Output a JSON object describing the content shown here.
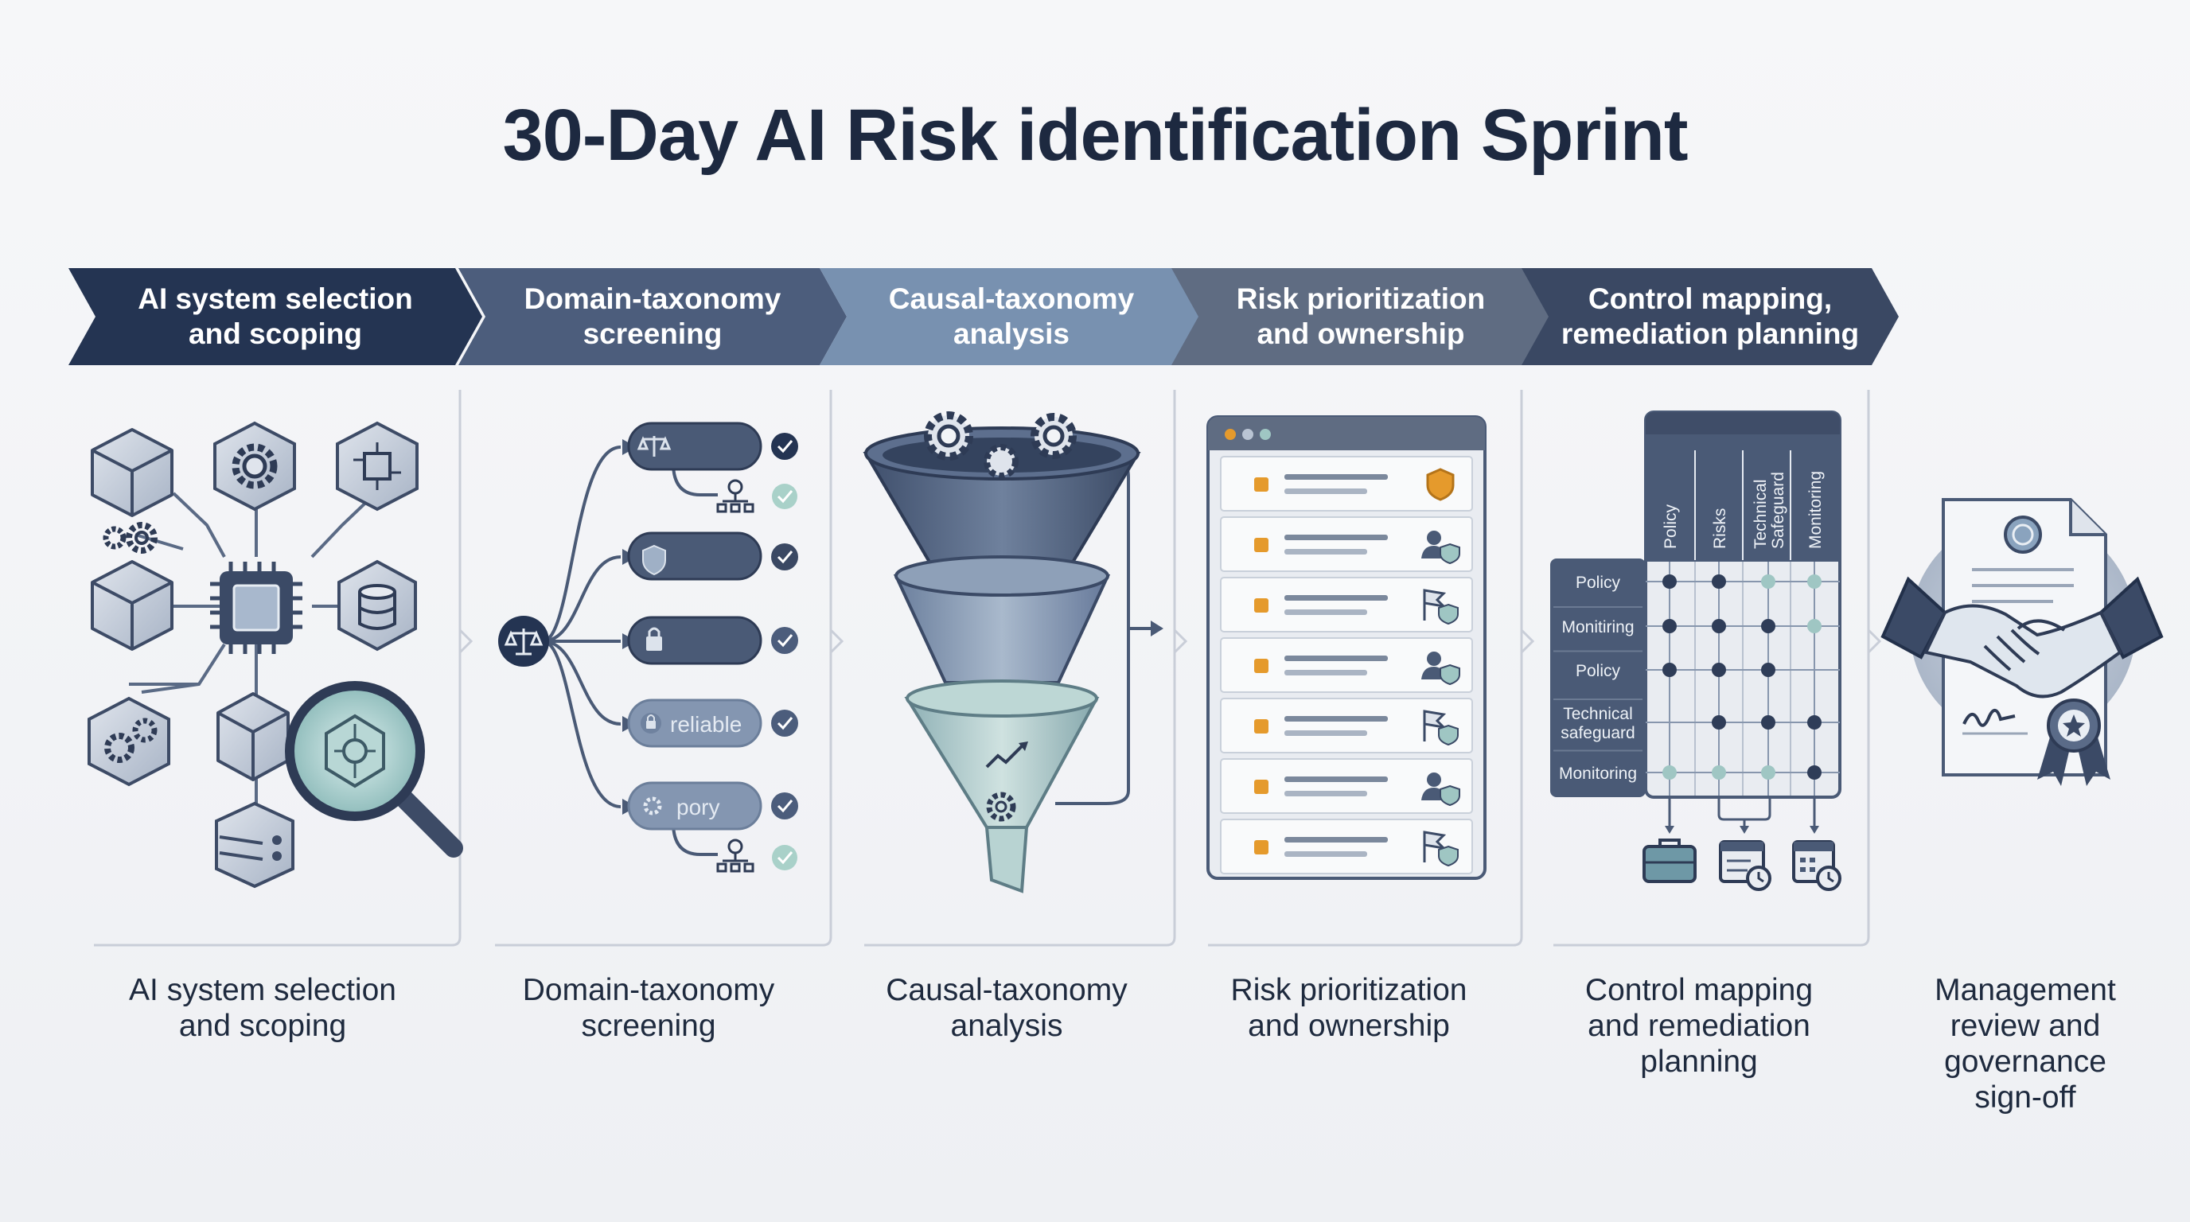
{
  "title": "30-Day AI Risk identification Sprint",
  "colors": {
    "navy": "#243452",
    "slate": "#4c5d7c",
    "steel": "#7891b0",
    "gray_slate": "#5f6c82",
    "dark_slate": "#3a4863",
    "teal": "#9fc6c3",
    "orange": "#e59a2c"
  },
  "stages": [
    {
      "label": "AI system selection\nand scoping",
      "color": "#243452"
    },
    {
      "label": "Domain-taxonomy\nscreening",
      "color": "#4c5d7c"
    },
    {
      "label": "Causal-taxonomy\nanalysis",
      "color": "#7891b0"
    },
    {
      "label": "Risk prioritization\nand ownership",
      "color": "#5f6c82"
    },
    {
      "label": "Control mapping,\nremediation planning",
      "color": "#3a4863"
    }
  ],
  "captions": [
    "AI system selection\nand scoping",
    "Domain-taxonomy\nscreening",
    "Causal-taxonomy\nanalysis",
    "Risk prioritization\nand ownership",
    "Control mapping\nand remediation\nplanning",
    "Management\nreview and\ngovernance\nsign-off"
  ],
  "screening": {
    "pills": [
      {
        "icon": "scale-icon",
        "label": ""
      },
      {
        "icon": "shield-icon",
        "label": ""
      },
      {
        "icon": "lock-icon",
        "label": ""
      },
      {
        "icon": "lock-icon",
        "label": "reliable"
      },
      {
        "icon": "gear-cluster-icon",
        "label": "pory"
      }
    ]
  },
  "priority_rows": [
    {
      "icon": "shield-icon"
    },
    {
      "icon": "person-shield-icon"
    },
    {
      "icon": "flag-shield-icon"
    },
    {
      "icon": "person-shield-icon"
    },
    {
      "icon": "flag-shield-icon"
    },
    {
      "icon": "person-shield-icon"
    },
    {
      "icon": "flag-shield-icon"
    }
  ],
  "matrix": {
    "columns": [
      "Policy",
      "Risks",
      "Technical\nSafeguard",
      "Monitoring"
    ],
    "rows": [
      "Policy",
      "Monitiring",
      "Policy",
      "Technical\nsafeguard",
      "Monitoring"
    ],
    "cells": [
      [
        "dark",
        "dark",
        "teal",
        "teal"
      ],
      [
        "dark",
        "dark",
        "dark",
        "teal"
      ],
      [
        "dark",
        "dark",
        "dark",
        "none"
      ],
      [
        "none",
        "dark",
        "dark",
        "dark"
      ],
      [
        "teal",
        "teal",
        "teal",
        "dark"
      ]
    ]
  },
  "matrix_icons": [
    "briefcase-icon",
    "calendar-clock-icon",
    "calendar-clock-icon"
  ]
}
